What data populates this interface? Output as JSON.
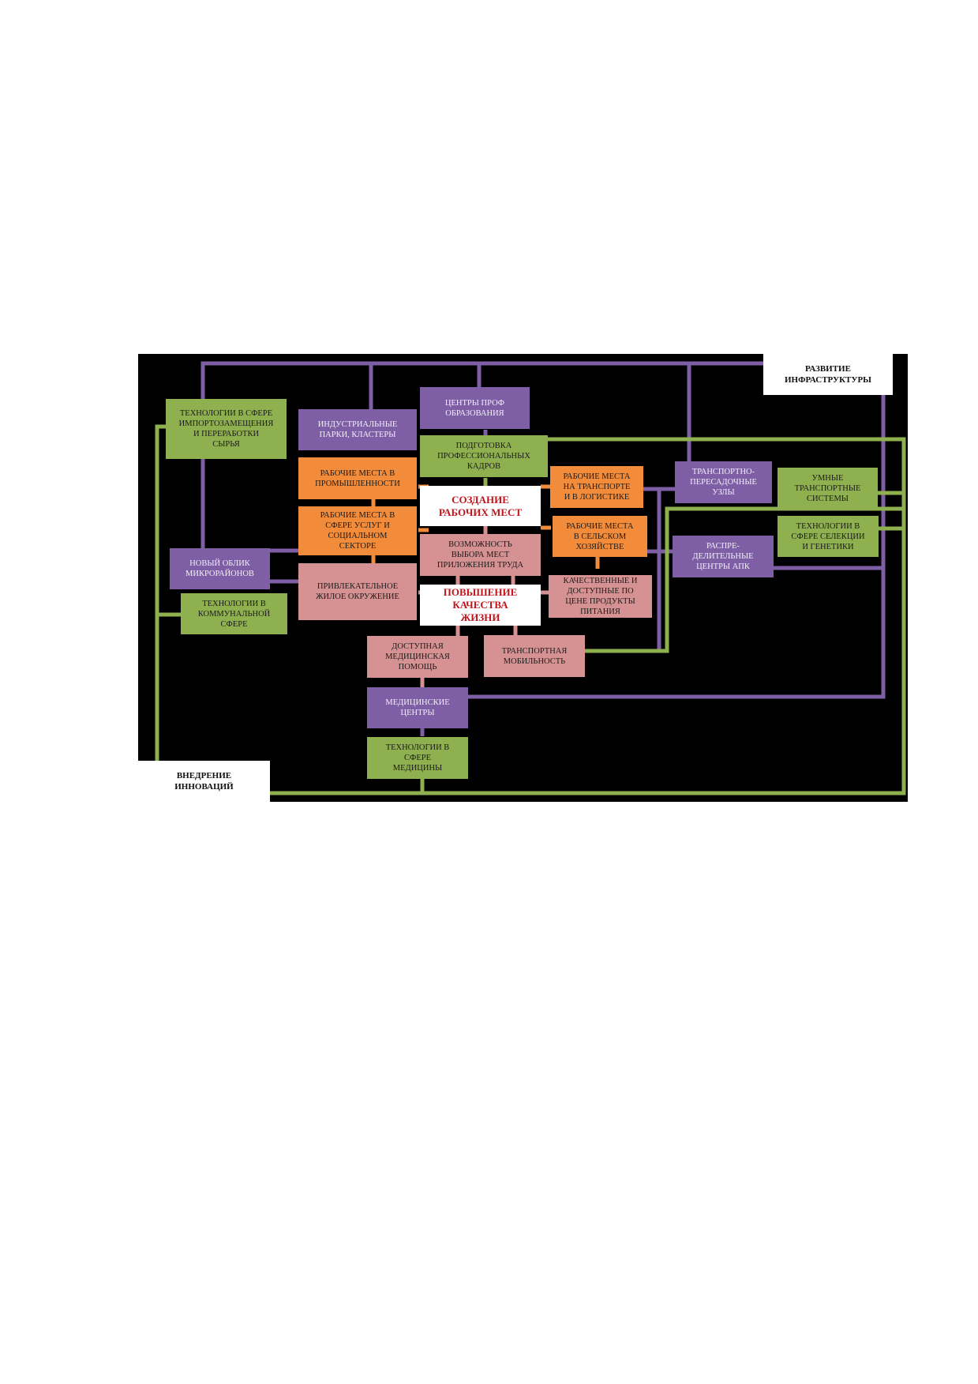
{
  "colors": {
    "background": "#000000",
    "green": "#8fb04f",
    "purple": "#7e5fa6",
    "orange": "#f28c3a",
    "pink": "#d69292",
    "hub_text": "#c0141c"
  },
  "nodes": {
    "infra": "РАЗВИТИЕ\nИНФРАСТРУКТУРЫ",
    "innov": "ВНЕДРЕНИЕ\nИННОВАЦИЙ",
    "hub_jobs": "СОЗДАНИЕ\nРАБОЧИХ МЕСТ",
    "hub_life": "ПОВЫШЕНИЕ\nКАЧЕСТВА\nЖИЗНИ",
    "tech_import": "ТЕХНОЛОГИИ В СФЕРЕ\nИМПОРТОЗАМЕЩЕНИЯ\nИ ПЕРЕРАБОТКИ\nСЫРЬЯ",
    "ind_parks": "ИНДУСТРИАЛЬНЫЕ\nПАРКИ, КЛАСТЕРЫ",
    "prof_centers": "ЦЕНТРЫ ПРОФ\nОБРАЗОВАНИЯ",
    "training": "ПОДГОТОВКА\nПРОФЕССИОНАЛЬНЫХ\nКАДРОВ",
    "jobs_industry": "РАБОЧИЕ МЕСТА В\nПРОМЫШЛЕННОСТИ",
    "jobs_services": "РАБОЧИЕ МЕСТА В\nСФЕРЕ УСЛУГ И\nСОЦИАЛЬНОМ\nСЕКТОРЕ",
    "jobs_transport": "РАБОЧИЕ МЕСТА\nНА ТРАНСПОРТЕ\nИ В ЛОГИСТИКЕ",
    "jobs_agri": "РАБОЧИЕ МЕСТА\nВ СЕЛЬСКОМ\nХОЗЯЙСТВЕ",
    "transfer_hubs": "ТРАНСПОРТНО-\nПЕРЕСАДОЧНЫЕ\nУЗЛЫ",
    "smart_transport": "УМНЫЕ\nТРАНСПОРТНЫЕ\nСИСТЕМЫ",
    "selection_tech": "ТЕХНОЛОГИИ В\nСФЕРЕ СЕЛЕКЦИИ\nИ ГЕНЕТИКИ",
    "distribution": "РАСПРЕ-\nДЕЛИТЕЛЬНЫЕ\nЦЕНТРЫ АПК",
    "new_look": "НОВЫЙ ОБЛИК\nМИКРОРАЙОНОВ",
    "communal_tech": "ТЕХНОЛОГИИ В\nКОММУНАЛЬНОЙ\nСФЕРЕ",
    "job_choice": "ВОЗМОЖНОСТЬ\nВЫБОРА МЕСТ\nПРИЛОЖЕНИЯ ТРУДА",
    "attractive_env": "ПРИВЛЕКАТЕЛЬНОЕ\nЖИЛОЕ ОКРУЖЕНИЕ",
    "quality_food": "КАЧЕСТВЕННЫЕ И\nДОСТУПНЫЕ ПО\nЦЕНЕ ПРОДУКТЫ\nПИТАНИЯ",
    "medical_help": "ДОСТУПНАЯ\nМЕДИЦИНСКАЯ\nПОМОЩЬ",
    "transport_mobility": "ТРАНСПОРТНАЯ\nМОБИЛЬНОСТЬ",
    "medical_centers": "МЕДИЦИНСКИЕ\nЦЕНТРЫ",
    "medical_tech": "ТЕХНОЛОГИИ В\nСФЕРЕ\nМЕДИЦИНЫ"
  }
}
